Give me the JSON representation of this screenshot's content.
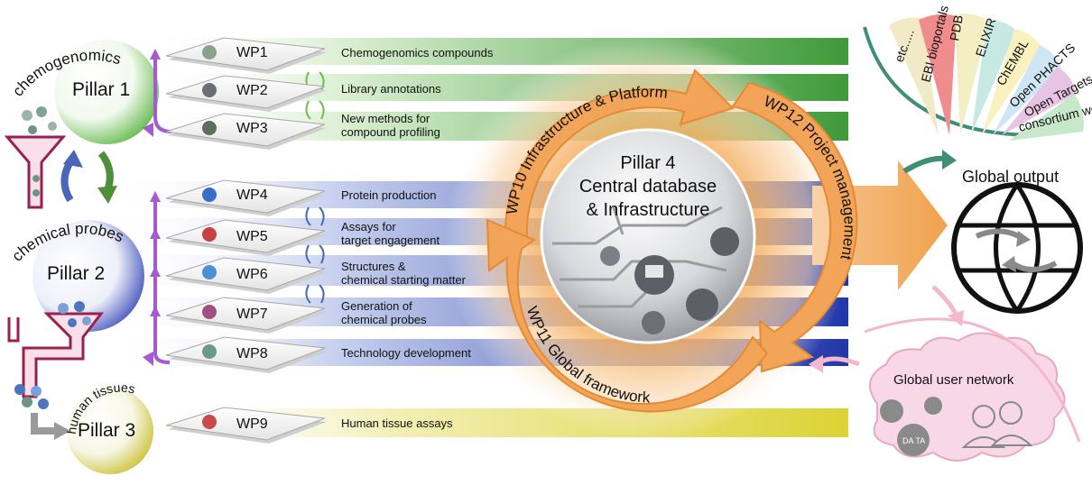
{
  "pillars": [
    {
      "id": "p1",
      "label": "Pillar 1",
      "arc_label": "chemogenomics",
      "color": "#6cbf4a"
    },
    {
      "id": "p2",
      "label": "Pillar 2",
      "arc_label": "chemical probes",
      "color": "#3c55b8"
    },
    {
      "id": "p3",
      "label": "Pillar 3",
      "arc_label": "human tissues",
      "color": "#c9c236"
    }
  ],
  "work_packages": [
    {
      "wp": "WP1",
      "desc": [
        "Chemogenomics compounds"
      ]
    },
    {
      "wp": "WP2",
      "desc": [
        "Library annotations"
      ]
    },
    {
      "wp": "WP3",
      "desc": [
        "New methods for",
        "compound profiling"
      ]
    },
    {
      "wp": "WP4",
      "desc": [
        "Protein production"
      ]
    },
    {
      "wp": "WP5",
      "desc": [
        "Assays for",
        "target engagement"
      ]
    },
    {
      "wp": "WP6",
      "desc": [
        "Structures &",
        "chemical starting matter"
      ]
    },
    {
      "wp": "WP7",
      "desc": [
        "Generation of",
        "chemical probes"
      ]
    },
    {
      "wp": "WP8",
      "desc": [
        "Technology development"
      ]
    },
    {
      "wp": "WP9",
      "desc": [
        "Human tissue assays"
      ]
    }
  ],
  "center": {
    "title": "Pillar 4",
    "line2": "Central database",
    "line3": "& Infrastructure"
  },
  "cycle_arrows": {
    "wp10": "WP10 Infrastructure & Platform",
    "wp11": "WP11 Global framework",
    "wp12": "WP12 Project management"
  },
  "outputs": {
    "petals": [
      "etc.....",
      "EBI bioportals",
      "PDB",
      "ELIXIR",
      "ChEMBL",
      "Open PHACTS",
      "Open Targets",
      "consortium website"
    ],
    "global_output": "Global output",
    "global_user_network": "Global user network",
    "data_badge": "DA TA"
  },
  "colors": {
    "green": "#5aae3c",
    "blue": "#2f47b0",
    "yellow": "#d8d23a",
    "orange": "#f2a55a",
    "pink": "#f4c8d8",
    "purple": "#a54bd0"
  },
  "icons": [
    "gear-icon",
    "computer-icon",
    "users-icon",
    "globe-icon",
    "funnel-icon",
    "flask-icon",
    "cycle-arrow-icon"
  ]
}
